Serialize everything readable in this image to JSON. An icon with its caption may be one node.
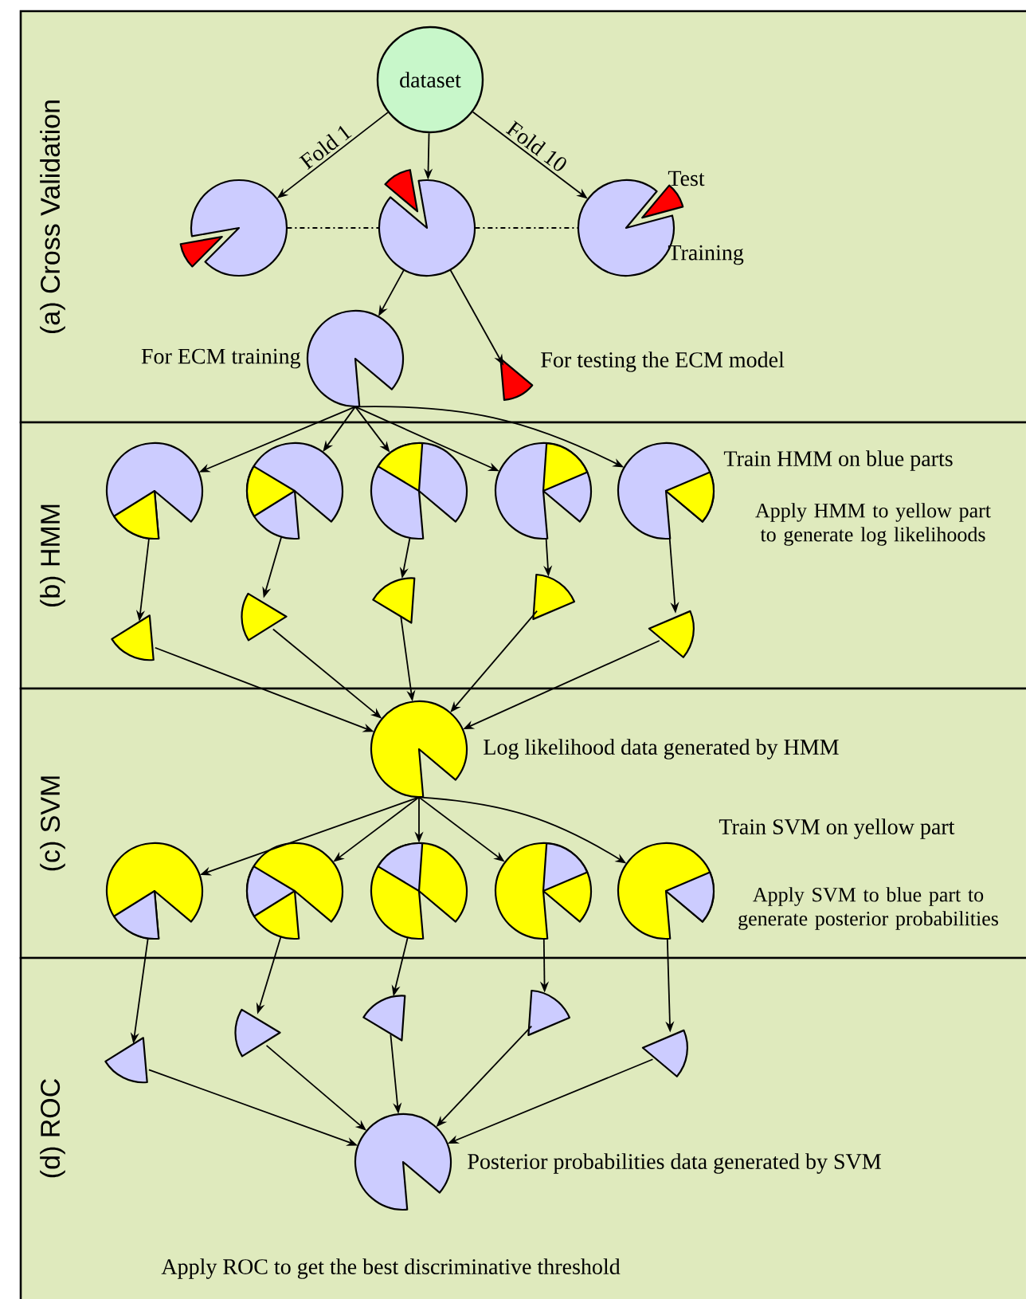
{
  "diagram": {
    "nodes": [
      {
        "text": [
          "(a) Cross Validation"
        ]
      },
      {
        "text": [
          "dataset"
        ],
        "in": 0
      },
      {
        "text": [],
        "shape": "pie",
        "in": 0
      },
      {
        "text": [],
        "shape": "pie",
        "in": 0
      },
      {
        "text": [],
        "shape": "pie",
        "in": 0,
        "beside": [
          "Test",
          "Training"
        ]
      },
      {
        "text": [],
        "shape": "pie",
        "in": 0,
        "beside": [
          "For ECM training"
        ]
      },
      {
        "text": [],
        "shape": "wedge",
        "in": 0,
        "beside": [
          "For testing the ECM model"
        ]
      },
      {
        "text": [
          "(b) HMM"
        ]
      },
      {
        "text": [],
        "shape": "pie",
        "in": 7
      },
      {
        "text": [],
        "shape": "pie",
        "in": 7
      },
      {
        "text": [],
        "shape": "pie",
        "in": 7
      },
      {
        "text": [],
        "shape": "pie",
        "in": 7
      },
      {
        "text": [],
        "shape": "pie",
        "in": 7
      },
      {
        "text": [],
        "shape": "wedge",
        "in": 7
      },
      {
        "text": [],
        "shape": "wedge",
        "in": 7
      },
      {
        "text": [],
        "shape": "wedge",
        "in": 7
      },
      {
        "text": [],
        "shape": "wedge",
        "in": 7
      },
      {
        "text": [],
        "shape": "wedge",
        "in": 7
      },
      {
        "text": [
          "(c) SVM"
        ]
      },
      {
        "text": [],
        "shape": "pie",
        "in": 18,
        "beside": [
          "Log likelihood data generated by HMM"
        ]
      },
      {
        "text": [],
        "shape": "pie",
        "in": 18
      },
      {
        "text": [],
        "shape": "pie",
        "in": 18
      },
      {
        "text": [],
        "shape": "pie",
        "in": 18
      },
      {
        "text": [],
        "shape": "pie",
        "in": 18
      },
      {
        "text": [],
        "shape": "pie",
        "in": 18
      },
      {
        "text": [
          "(d) ROC"
        ]
      },
      {
        "text": [],
        "shape": "wedge",
        "in": 25
      },
      {
        "text": [],
        "shape": "wedge",
        "in": 25
      },
      {
        "text": [],
        "shape": "wedge",
        "in": 25
      },
      {
        "text": [],
        "shape": "wedge",
        "in": 25
      },
      {
        "text": [],
        "shape": "wedge",
        "in": 25
      },
      {
        "text": [],
        "shape": "pie",
        "in": 25,
        "beside": [
          "Posterior probabilities data generated by SVM"
        ]
      }
    ],
    "edges": [
      {
        "from": 1,
        "to": 2,
        "arrow": "to",
        "label": "Fold 1"
      },
      {
        "from": 1,
        "to": 3,
        "arrow": "to"
      },
      {
        "from": 1,
        "to": 4,
        "arrow": "to",
        "label": "Fold 10"
      },
      {
        "from": 2,
        "to": 3,
        "arrow": "none",
        "style": "dashed"
      },
      {
        "from": 3,
        "to": 4,
        "arrow": "none",
        "style": "dashed"
      },
      {
        "from": 3,
        "to": 5,
        "arrow": "to"
      },
      {
        "from": 3,
        "to": 6,
        "arrow": "to"
      },
      {
        "from": 5,
        "to": 8,
        "arrow": "to"
      },
      {
        "from": 5,
        "to": 9,
        "arrow": "to"
      },
      {
        "from": 5,
        "to": 10,
        "arrow": "to"
      },
      {
        "from": 5,
        "to": 11,
        "arrow": "to"
      },
      {
        "from": 5,
        "to": 12,
        "arrow": "to"
      },
      {
        "from": 8,
        "to": 13,
        "arrow": "to"
      },
      {
        "from": 9,
        "to": 14,
        "arrow": "to"
      },
      {
        "from": 10,
        "to": 15,
        "arrow": "to"
      },
      {
        "from": 11,
        "to": 16,
        "arrow": "to"
      },
      {
        "from": 12,
        "to": 17,
        "arrow": "to"
      },
      {
        "from": 13,
        "to": 19,
        "arrow": "to"
      },
      {
        "from": 14,
        "to": 19,
        "arrow": "to"
      },
      {
        "from": 15,
        "to": 19,
        "arrow": "to"
      },
      {
        "from": 16,
        "to": 19,
        "arrow": "to"
      },
      {
        "from": 17,
        "to": 19,
        "arrow": "to"
      },
      {
        "from": 19,
        "to": 20,
        "arrow": "to"
      },
      {
        "from": 19,
        "to": 21,
        "arrow": "to"
      },
      {
        "from": 19,
        "to": 22,
        "arrow": "to"
      },
      {
        "from": 19,
        "to": 23,
        "arrow": "to"
      },
      {
        "from": 19,
        "to": 24,
        "arrow": "to"
      },
      {
        "from": 20,
        "to": 26,
        "arrow": "to"
      },
      {
        "from": 21,
        "to": 27,
        "arrow": "to"
      },
      {
        "from": 22,
        "to": 28,
        "arrow": "to"
      },
      {
        "from": 23,
        "to": 29,
        "arrow": "to"
      },
      {
        "from": 24,
        "to": 30,
        "arrow": "to"
      },
      {
        "from": 26,
        "to": 31,
        "arrow": "to"
      },
      {
        "from": 27,
        "to": 31,
        "arrow": "to"
      },
      {
        "from": 28,
        "to": 31,
        "arrow": "to"
      },
      {
        "from": 29,
        "to": 31,
        "arrow": "to"
      },
      {
        "from": 30,
        "to": 31,
        "arrow": "to"
      }
    ],
    "labels": [
      "Train HMM on blue parts",
      "Apply HMM to yellow part to generate log likelihoods",
      "Train SVM on yellow part",
      "Apply SVM to blue part to generate posterior probabilities",
      "Apply ROC to get the best discriminative threshold"
    ]
  }
}
